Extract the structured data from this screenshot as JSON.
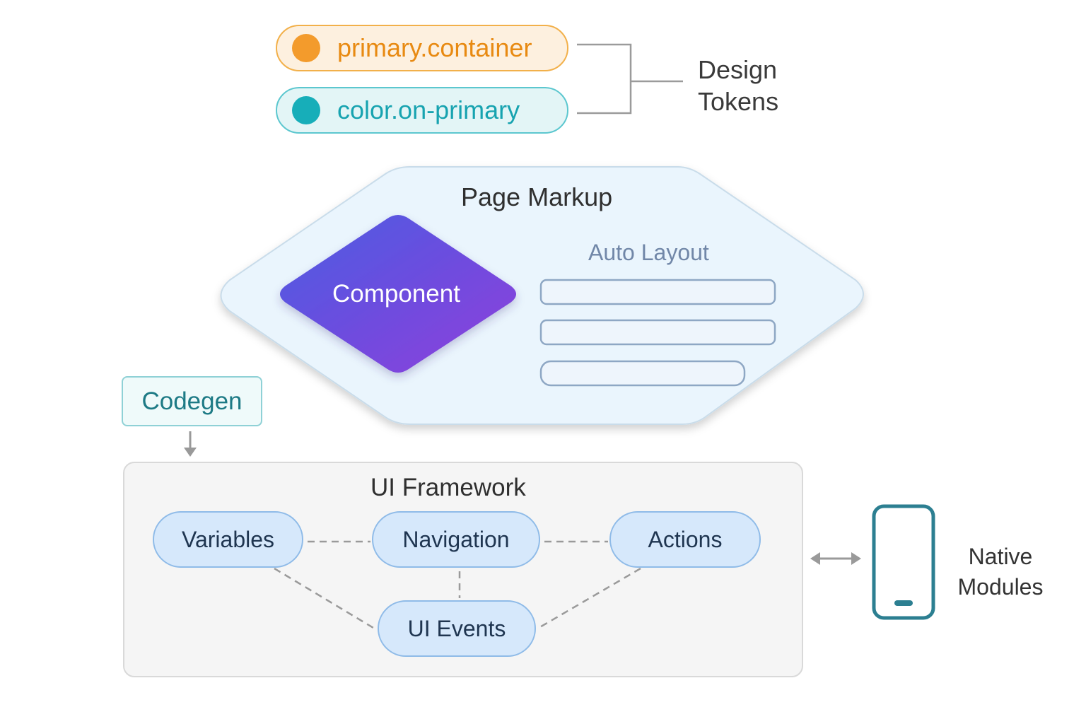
{
  "design_tokens": {
    "tokens": [
      {
        "label": "primary.container",
        "color": "#f39b2c"
      },
      {
        "label": "color.on-primary",
        "color": "#17aeb9"
      }
    ],
    "group_label_line1": "Design",
    "group_label_line2": "Tokens"
  },
  "page_markup": {
    "title": "Page Markup",
    "component_label": "Component",
    "auto_layout_label": "Auto Layout",
    "component_gradient": [
      "#4f5ae0",
      "#8a3fdc"
    ]
  },
  "codegen": {
    "label": "Codegen"
  },
  "ui_framework": {
    "title": "UI Framework",
    "nodes": {
      "variables": "Variables",
      "navigation": "Navigation",
      "actions": "Actions",
      "ui_events": "UI Events"
    }
  },
  "native_modules": {
    "line1": "Native",
    "line2": "Modules",
    "icon": "mobile-phone-icon",
    "icon_color": "#2c7f91"
  }
}
